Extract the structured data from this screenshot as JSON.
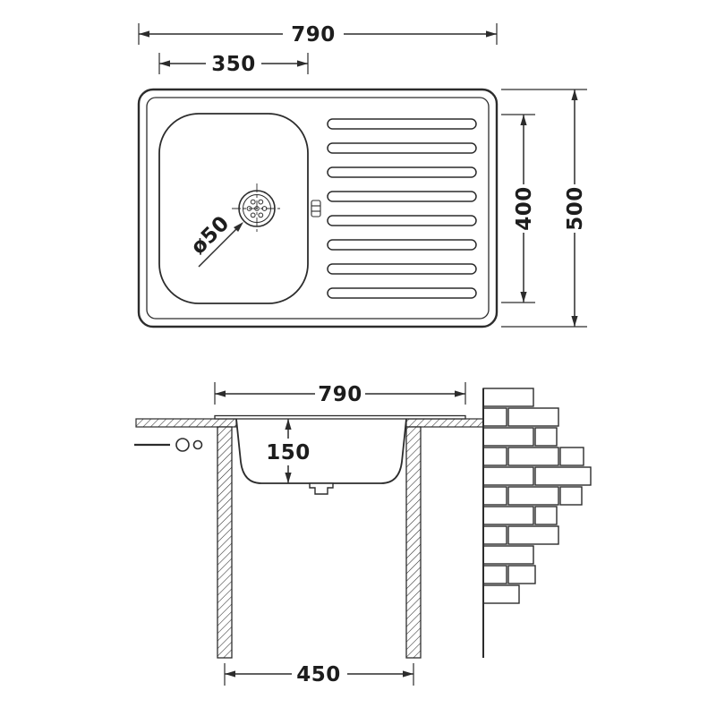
{
  "top_view": {
    "dim_total_width": "790",
    "dim_bowl_width": "350",
    "dim_bowl_height": "400",
    "dim_total_height": "500",
    "drain_diameter_label": "ø50"
  },
  "section_view": {
    "dim_total_width": "790",
    "dim_bowl_depth": "150",
    "dim_base_width": "450"
  },
  "colors": {
    "line": "#2c2c2c",
    "text": "#1d1d1d",
    "background": "#ffffff"
  }
}
